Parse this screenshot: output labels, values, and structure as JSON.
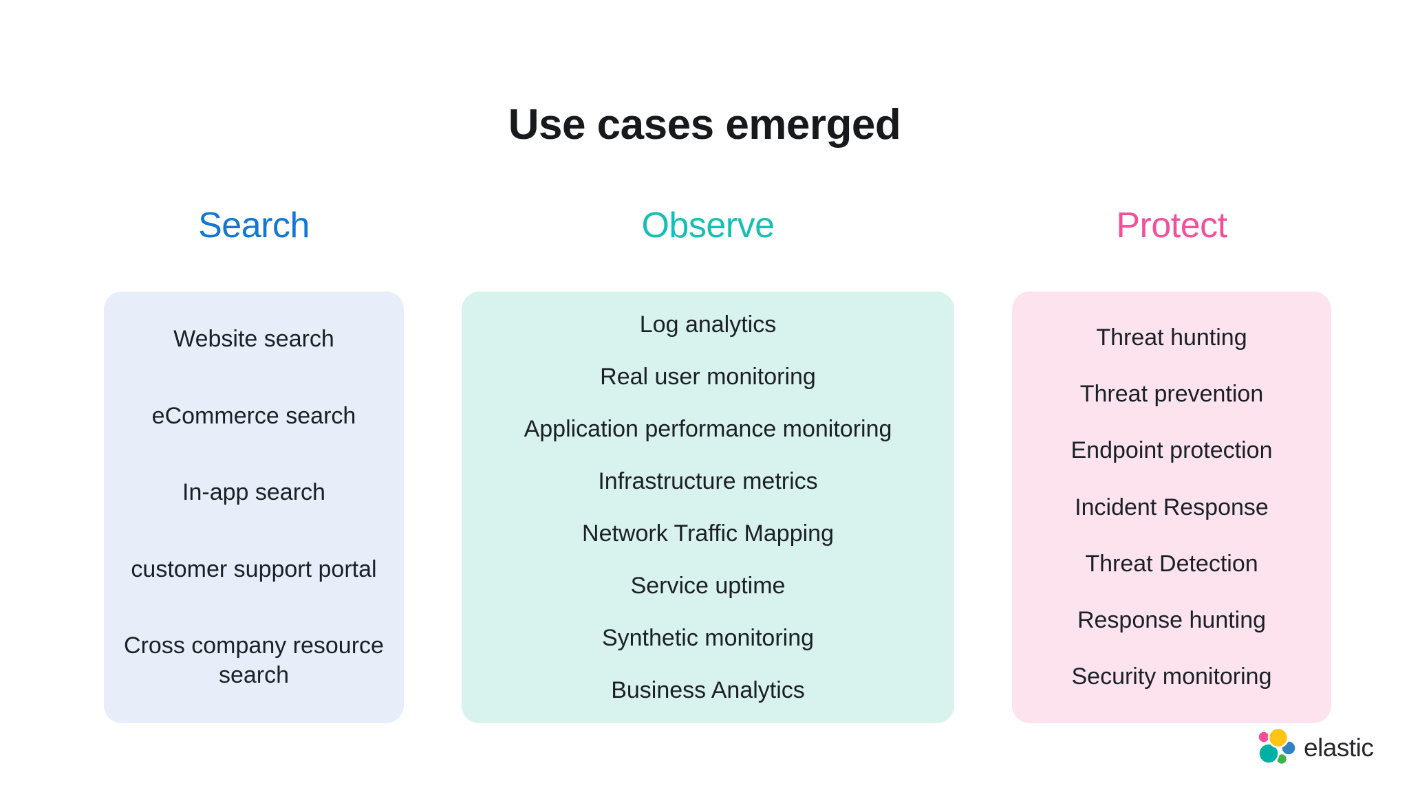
{
  "title": "Use cases emerged",
  "columns": [
    {
      "heading": "Search",
      "heading_color": "#1176d4",
      "box_color": "#e7eefa",
      "items": [
        "Website search",
        "eCommerce search",
        "In-app search",
        "customer support portal",
        "Cross company resource search"
      ]
    },
    {
      "heading": "Observe",
      "heading_color": "#16bfb3",
      "box_color": "#d8f2ee",
      "items": [
        "Log analytics",
        "Real user monitoring",
        "Application performance monitoring",
        "Infrastructure metrics",
        "Network Traffic Mapping",
        "Service uptime",
        "Synthetic monitoring",
        "Business Analytics"
      ]
    },
    {
      "heading": "Protect",
      "heading_color": "#f2509b",
      "box_color": "#fce3ee",
      "items": [
        "Threat hunting",
        "Threat prevention",
        "Endpoint protection",
        "Incident Response",
        "Threat Detection",
        "Response hunting",
        "Security monitoring"
      ]
    }
  ],
  "footer": {
    "brand": "elastic",
    "logo_colors": {
      "yellow": "#fec514",
      "pink": "#f04e98",
      "blue": "#2f82c6",
      "teal": "#00b0a4",
      "green": "#3cb54a"
    }
  }
}
